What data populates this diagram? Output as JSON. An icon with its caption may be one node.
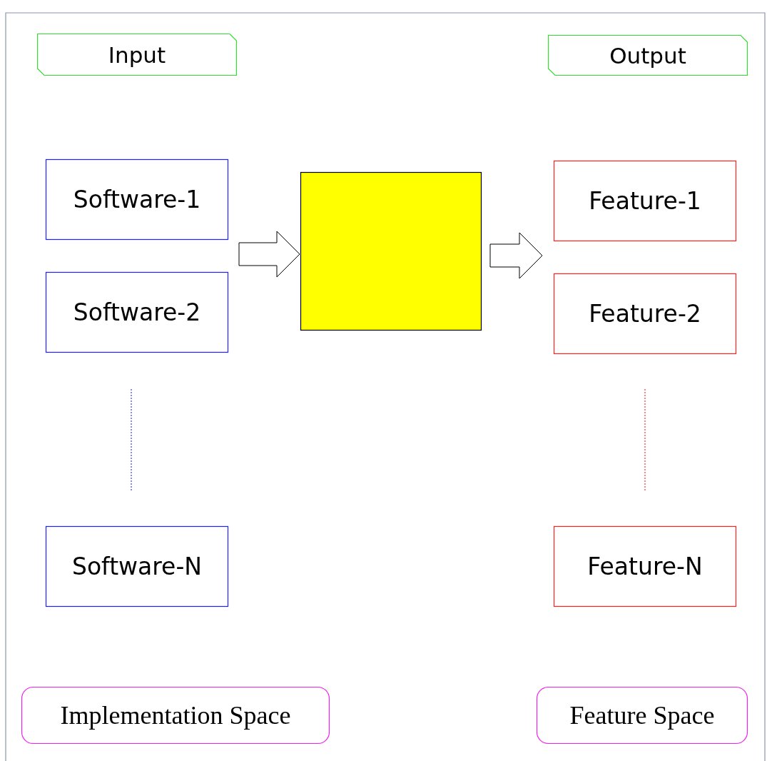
{
  "diagram": {
    "nodes": [
      {
        "text": [
          "Input"
        ]
      },
      {
        "text": [
          "Output"
        ]
      },
      {
        "text": [
          "Software-1"
        ]
      },
      {
        "text": [
          "Software-2"
        ]
      },
      {
        "text": [
          "Software-N"
        ]
      },
      {
        "text": [],
        "shape": "box"
      },
      {
        "text": [
          "Feature-1"
        ]
      },
      {
        "text": [
          "Feature-2"
        ]
      },
      {
        "text": [
          "Feature-N"
        ]
      },
      {
        "text": [
          "Implementation Space"
        ]
      },
      {
        "text": [
          "Feature Space"
        ]
      }
    ],
    "edges": [
      {
        "from": null,
        "to": 5,
        "arrow": "to"
      },
      {
        "from": 5,
        "to": null,
        "arrow": "to"
      }
    ]
  }
}
